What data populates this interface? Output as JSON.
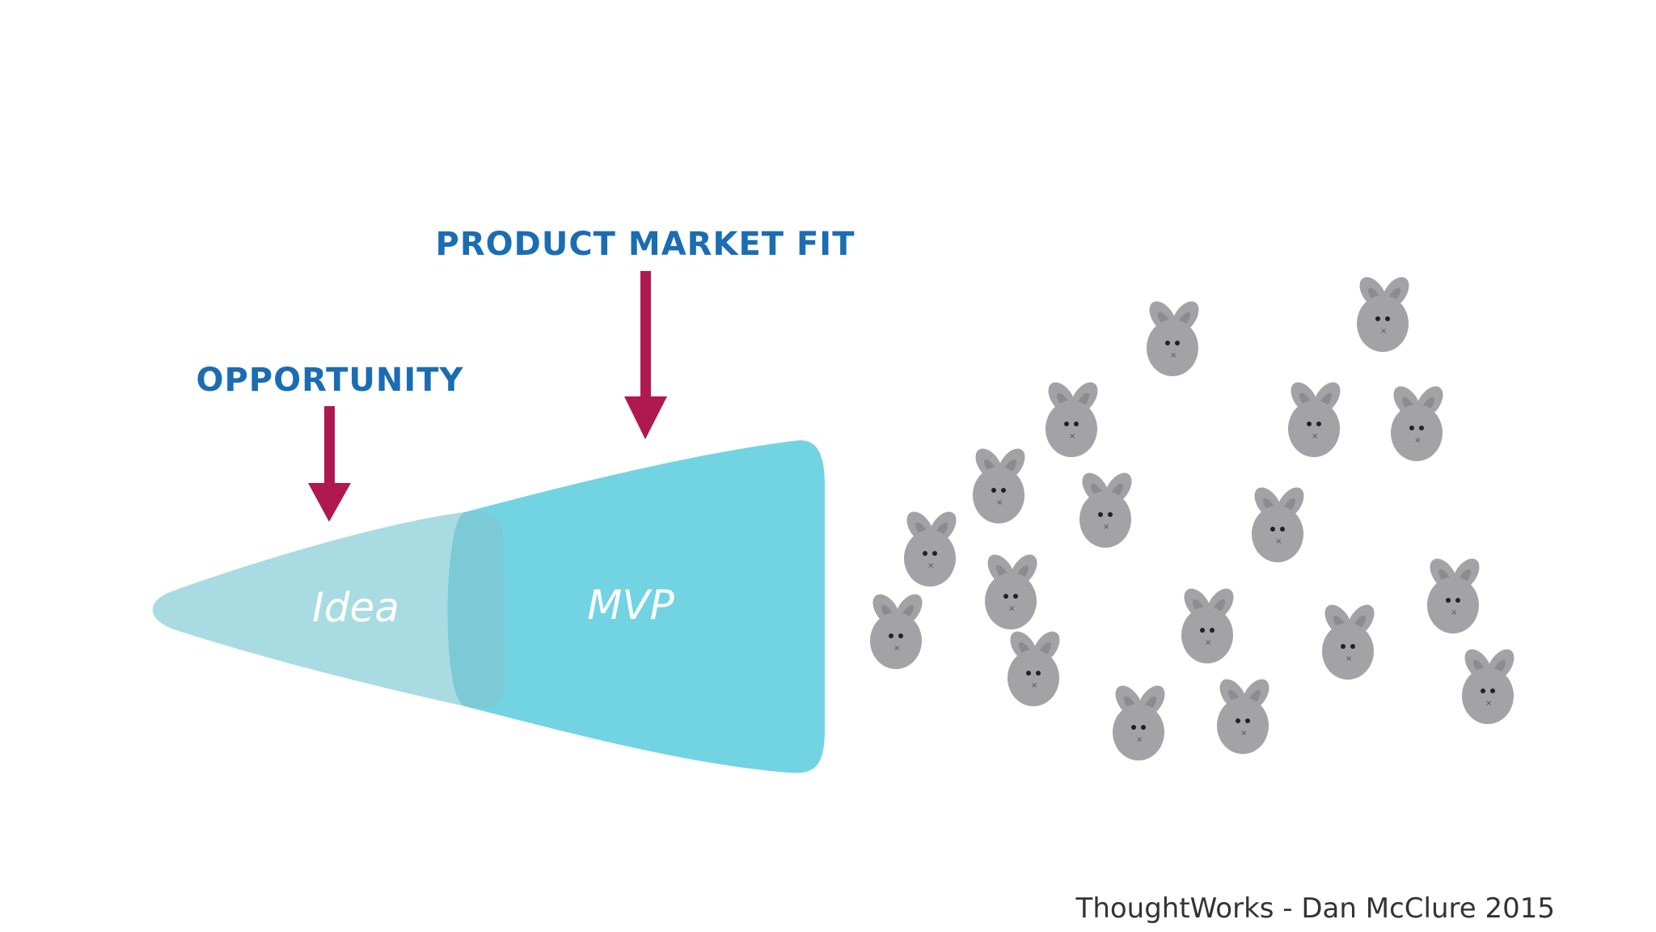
{
  "labels": {
    "product_market_fit": "PRODUCT MARKET FIT",
    "opportunity": "OPPORTUNITY",
    "idea": "Idea",
    "mvp": "MVP",
    "credit": "ThoughtWorks - Dan McClure 2015"
  },
  "colors": {
    "heading_blue": "#1b6db3",
    "arrow_crimson": "#b0194f",
    "idea_fill": "#a9dbe2",
    "mvp_fill": "#72d3e3",
    "overlap_fill": "#7ec8d3",
    "bunny_gray": "#a3a2a5",
    "bunny_dark": "#8c8b8f",
    "shape_text": "#ffffff",
    "credit_text": "#333333"
  },
  "icons": {
    "arrow": "down-arrow-icon",
    "bunny": "bunny-icon"
  }
}
